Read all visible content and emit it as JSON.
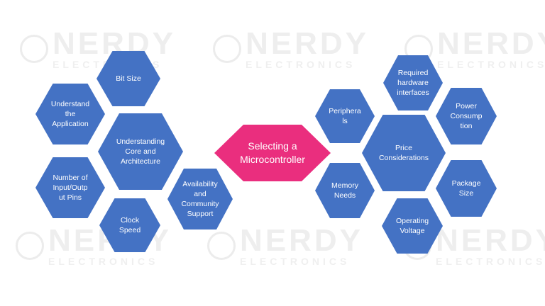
{
  "watermark": {
    "brand": "NERDY",
    "sub": "ELECTRONICS"
  },
  "colors": {
    "center": "#ea2e7e",
    "node": "#4472c4",
    "text": "#ffffff"
  },
  "center": {
    "label": "Selecting a\nMicrocontroller"
  },
  "nodes": {
    "bit_size": "Bit Size",
    "understand_application": "Understand\nthe\nApplication",
    "core_architecture": "Understanding\nCore and\nArchitecture",
    "io_pins": "Number of\nInput/Outp\nut Pins",
    "clock_speed": "Clock\nSpeed",
    "availability": "Availability\nand\nCommunity\nSupport",
    "peripherals": "Periphera\nls",
    "required_hw": "Required\nhardware\ninterfaces",
    "power": "Power\nConsump\ntion",
    "price": "Price\nConsiderations",
    "memory": "Memory\nNeeds",
    "package": "Package\nSize",
    "voltage": "Operating\nVoltage"
  }
}
